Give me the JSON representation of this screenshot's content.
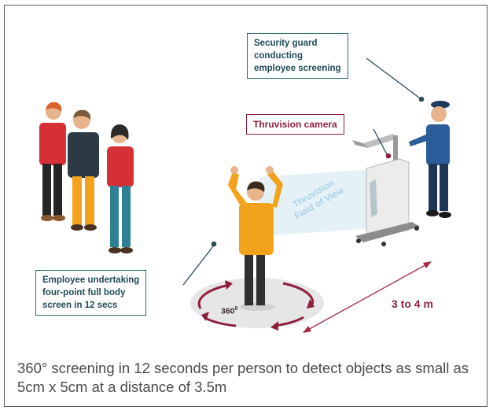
{
  "callouts": {
    "guard": "Security guard\nconducting\nemployee screening",
    "camera": "Thruvision camera",
    "employee": "Employee undertaking\nfour-point full body\nscreen in 12 secs"
  },
  "distance_label": "3 to 4 m",
  "fov_label": "Thruvision\nField of View",
  "rotation_label": "360",
  "rotation_sup": "0",
  "caption": "360° screening in 12 seconds per person to detect objects as small as 5cm x 5cm at a distance of 3.5m",
  "colors": {
    "teal": "#2b6a72",
    "crimson": "#8e1f3c",
    "caption_text": "#4b4b4b",
    "fov_beam": "#d9ecf5"
  },
  "icons": [
    "arrow-icon",
    "rotation-arrow-icon"
  ]
}
